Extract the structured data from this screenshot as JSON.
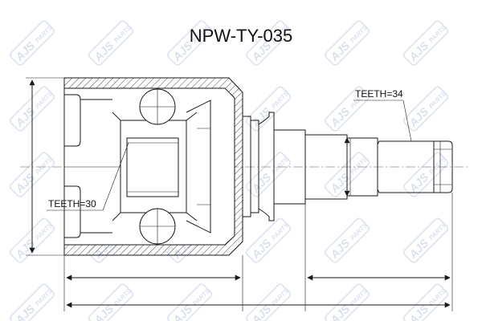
{
  "title": "NPW-TY-035",
  "labels": {
    "teeth_inner": "TEETH=30",
    "teeth_outer": "TEETH=34"
  },
  "watermark": {
    "brand": "AJS",
    "suffix": "PARTS",
    "color": "#5a78b4"
  },
  "colors": {
    "line": "#1a1a1a",
    "hatch": "#1a1a1a"
  }
}
